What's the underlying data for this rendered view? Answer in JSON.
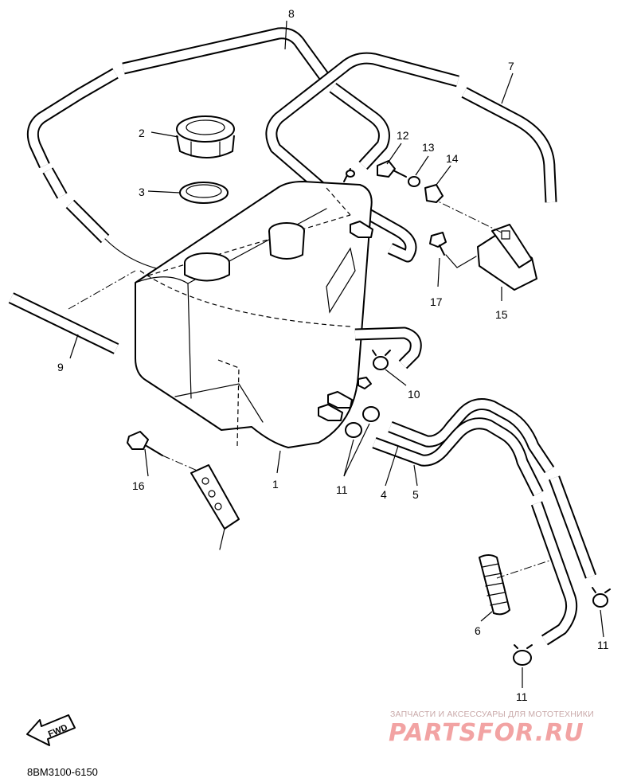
{
  "diagram": {
    "callouts": [
      {
        "label": "1"
      },
      {
        "label": "2"
      },
      {
        "label": "3"
      },
      {
        "label": "4"
      },
      {
        "label": "5"
      },
      {
        "label": "6"
      },
      {
        "label": "7"
      },
      {
        "label": "8"
      },
      {
        "label": "9"
      },
      {
        "label": "10"
      },
      {
        "label": "11"
      },
      {
        "label": "11"
      },
      {
        "label": "11"
      },
      {
        "label": "12"
      },
      {
        "label": "13"
      },
      {
        "label": "14"
      },
      {
        "label": "15"
      },
      {
        "label": "16"
      },
      {
        "label": "17"
      }
    ],
    "fwd_label": "FWD",
    "diagram_code": "8BM3100-6150"
  },
  "watermark": {
    "tagline": "ЗАПЧАСТИ И АКСЕССУАРЫ ДЛЯ МОТОТЕХНИКИ",
    "brand": "PARTSFOR.RU",
    "color": "#f2a3a3"
  }
}
